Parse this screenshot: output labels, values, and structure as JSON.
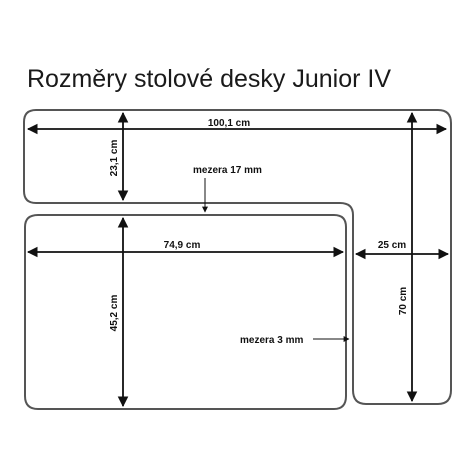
{
  "title": "Rozměry stolové desky Junior IV",
  "dimensions": {
    "top_width": "100,1 cm",
    "top_height": "23,1 cm",
    "gap_top": "mezera 17 mm",
    "left_width": "74,9 cm",
    "left_height": "45,2 cm",
    "gap_side": "mezera 3 mm",
    "right_width": "25 cm",
    "right_height": "70 cm"
  },
  "colors": {
    "outline": "#555555",
    "line": "#111111",
    "background": "#ffffff"
  }
}
